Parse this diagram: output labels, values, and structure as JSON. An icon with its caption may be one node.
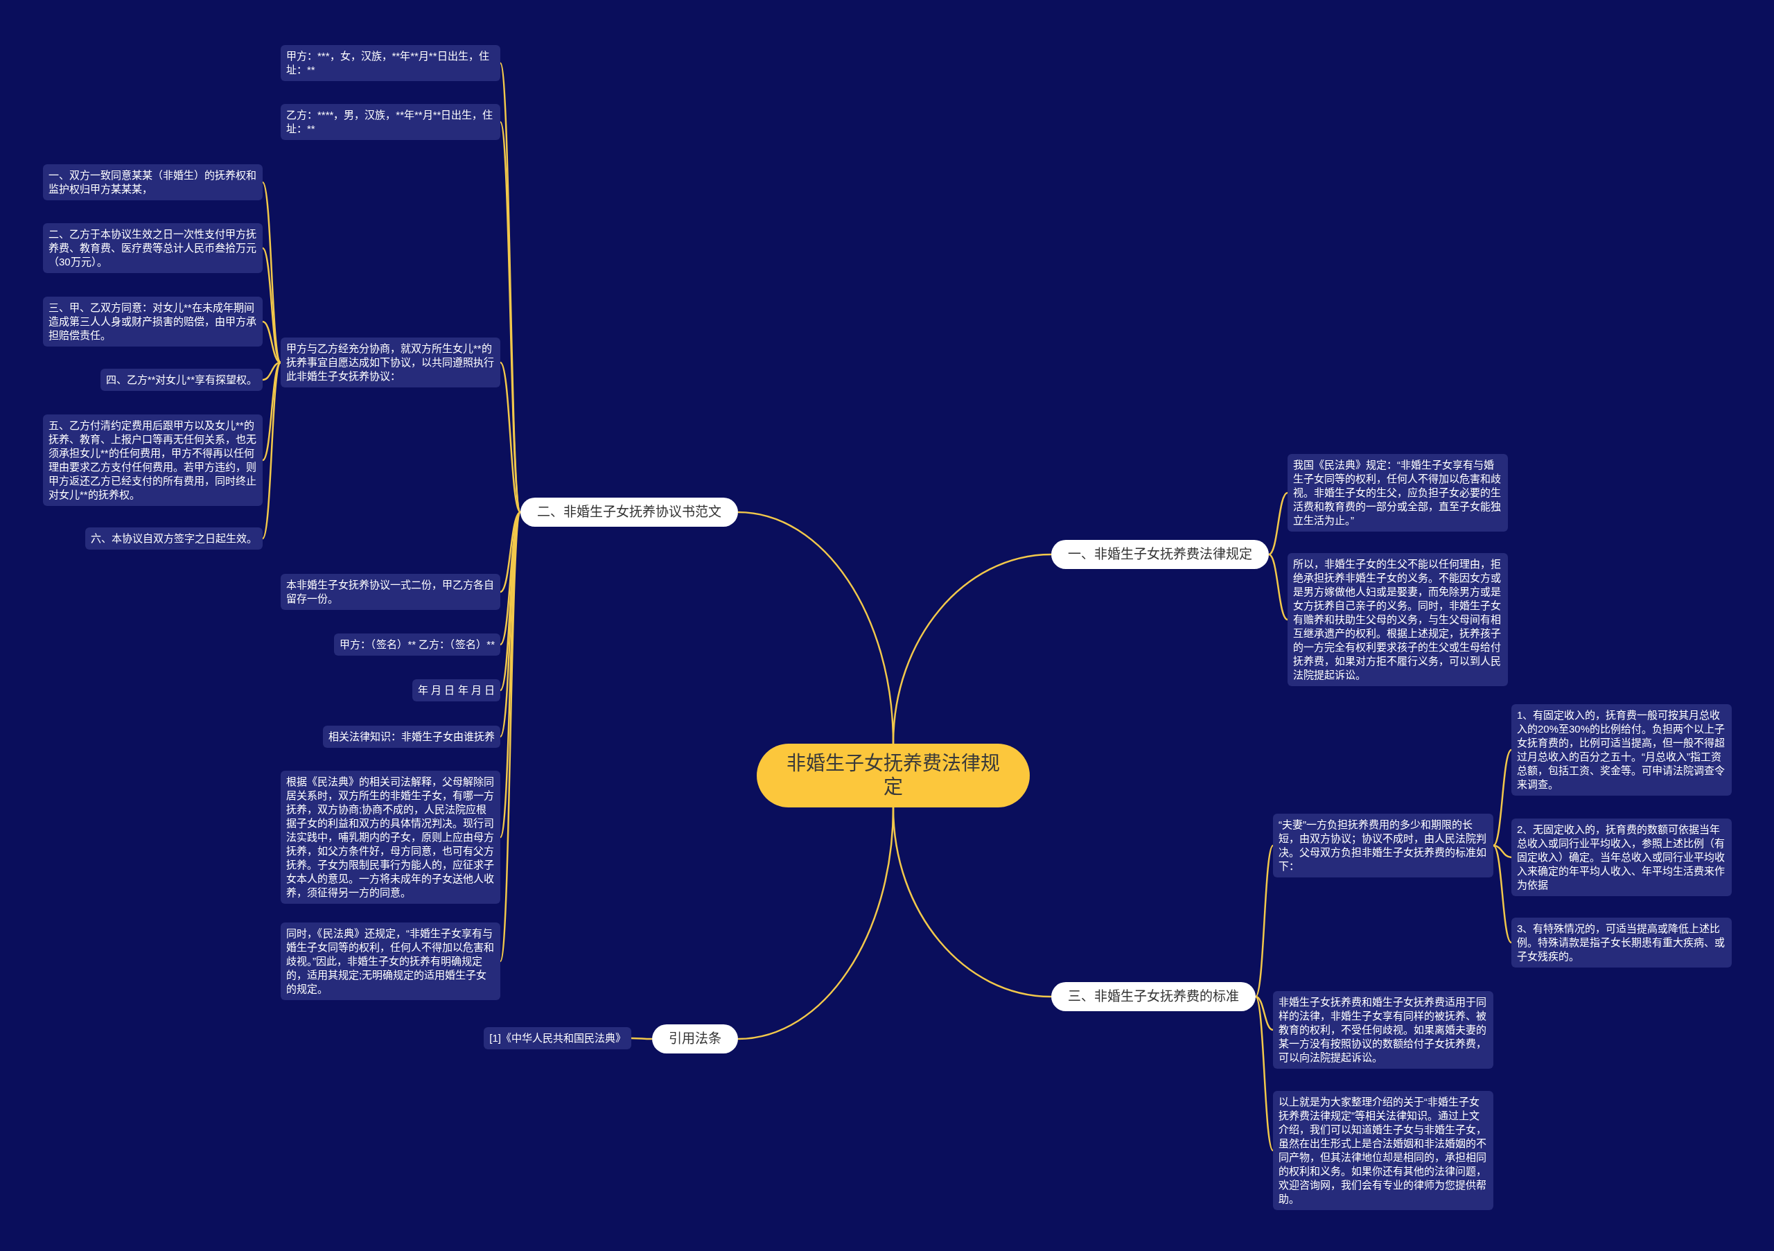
{
  "diagram": {
    "nodes": [
      {
        "text": [
          "非婚生子女抚养费法律规定"
        ]
      },
      {
        "text": [
          "一、非婚生子女抚养费法律规定"
        ]
      },
      {
        "text": [
          "我国《民法典》规定：“非婚生子女享有与婚生子女同等的权利，任何人不得加以危害和歧视。非婚生子女的生父，应负担子女必要的生活费和教育费的一部分或全部，直至子女能独立生活为止。”"
        ]
      },
      {
        "text": [
          "所以，非婚生子女的生父不能以任何理由，拒绝承担抚养非婚生子女的义务。不能因女方或是男方嫁做他人妇或是娶妻，而免除男方或是女方抚养自己亲子的义务。同时，非婚生子女有赡养和扶助生父母的义务，与生父母间有相互继承遗产的权利。根据上述规定，抚养孩子的一方完全有权利要求孩子的生父或生母给付抚养费，如果对方拒不履行义务，可以到人民法院提起诉讼。"
        ]
      },
      {
        "text": [
          "二、非婚生子女抚养协议书范文"
        ]
      },
      {
        "text": [
          "甲方：***，女，汉族，**年**月**日出生，住址：**"
        ]
      },
      {
        "text": [
          "乙方：****，男，汉族，**年**月**日出生，住址：**"
        ]
      },
      {
        "text": [
          "甲方与乙方经充分协商，就双方所生女儿**的抚养事宜自愿达成如下协议，以共同遵照执行此非婚生子女抚养协议："
        ]
      },
      {
        "text": [
          "一、双方一致同意某某（非婚生）的抚养权和监护权归甲方某某某，"
        ]
      },
      {
        "text": [
          "二、乙方于本协议生效之日一次性支付甲方抚养费、教育费、医疗费等总计人民币叁拾万元（30万元）。"
        ]
      },
      {
        "text": [
          "三、甲、乙双方同意：对女儿**在未成年期间造成第三人人身或财产损害的赔偿，由甲方承担赔偿责任。"
        ]
      },
      {
        "text": [
          "四、乙方**对女儿**享有探望权。"
        ]
      },
      {
        "text": [
          "五、乙方付清约定费用后跟甲方以及女儿**的抚养、教育、上报户口等再无任何关系，也无须承担女儿**的任何费用，甲方不得再以任何理由要求乙方支付任何费用。若甲方违约，则甲方返还乙方已经支付的所有费用，同时终止对女儿**的抚养权。"
        ]
      },
      {
        "text": [
          "六、本协议自双方签字之日起生效。"
        ]
      },
      {
        "text": [
          "本非婚生子女抚养协议一式二份，甲乙方各自留存一份。"
        ]
      },
      {
        "text": [
          "甲方：（签名）** 乙方：（签名）**"
        ]
      },
      {
        "text": [
          "年 月 日 年 月 日"
        ]
      },
      {
        "text": [
          "相关法律知识：非婚生子女由谁抚养"
        ]
      },
      {
        "text": [
          "根据《民法典》的相关司法解释，父母解除同居关系时，双方所生的非婚生子女，有哪一方抚养，双方协商;协商不成的，人民法院应根据子女的利益和双方的具体情况判决。现行司法实践中，哺乳期内的子女，原则上应由母方抚养，如父方条件好，母方同意，也可有父方抚养。子女为限制民事行为能人的，应征求子女本人的意见。一方将未成年的子女送他人收养，须征得另一方的同意。"
        ]
      },
      {
        "text": [
          "同时，《民法典》还规定，“非婚生子女享有与婚生子女同等的权利，任何人不得加以危害和歧视。”因此，非婚生子女的抚养有明确规定的，适用其规定;无明确规定的适用婚生子女的规定。"
        ]
      },
      {
        "text": [
          "三、非婚生子女抚养费的标准"
        ]
      },
      {
        "text": [
          "“夫妻”一方负担抚养费用的多少和期限的长短，由双方协议；协议不成时，由人民法院判决。父母双方负担非婚生子女抚养费的标准如下："
        ]
      },
      {
        "text": [
          "1、有固定收入的，抚育费一般可按其月总收入的20%至30%的比例给付。负担两个以上子女抚育费的，比例可适当提高，但一般不得超过月总收入的百分之五十。“月总收入”指工资总额，包括工资、奖金等。可申请法院调查令来调查。"
        ]
      },
      {
        "text": [
          "2、无固定收入的，抚育费的数额可依据当年总收入或同行业平均收入，参照上述比例（有固定收入）确定。当年总收入或同行业平均收入来确定的年平均人收入、年平均生活费来作为依据"
        ]
      },
      {
        "text": [
          "3、有特殊情况的，可适当提高或降低上述比例。特殊请款是指子女长期患有重大疾病、或子女残疾的。"
        ]
      },
      {
        "text": [
          "非婚生子女抚养费和婚生子女抚养费适用于同样的法律，非婚生子女享有同样的被抚养、被教育的权利，不受任何歧视。如果离婚夫妻的某一方没有按照协议的数额给付子女抚养费，可以向法院提起诉讼。"
        ]
      },
      {
        "text": [
          "以上就是为大家整理介绍的关于“非婚生子女抚养费法律规定”等相关法律知识。通过上文介绍，我们可以知道婚生子女与非婚生子女，虽然在出生形式上是合法婚姻和非法婚姻的不同产物，但其法律地位却是相同的，承担相同的权利和义务。如果你还有其他的法律问题，欢迎咨询网，我们会有专业的律师为您提供帮助。"
        ]
      },
      {
        "text": [
          "引用法条"
        ]
      },
      {
        "text": [
          "[1]《中华人民共和国民法典》"
        ]
      }
    ],
    "edges": [
      {
        "from": 0,
        "to": 1,
        "arrow": "none"
      },
      {
        "from": 1,
        "to": 2,
        "arrow": "none"
      },
      {
        "from": 1,
        "to": 3,
        "arrow": "none"
      },
      {
        "from": 0,
        "to": 4,
        "arrow": "none"
      },
      {
        "from": 4,
        "to": 5,
        "arrow": "none"
      },
      {
        "from": 4,
        "to": 6,
        "arrow": "none"
      },
      {
        "from": 4,
        "to": 7,
        "arrow": "none"
      },
      {
        "from": 7,
        "to": 8,
        "arrow": "none"
      },
      {
        "from": 7,
        "to": 9,
        "arrow": "none"
      },
      {
        "from": 7,
        "to": 10,
        "arrow": "none"
      },
      {
        "from": 7,
        "to": 11,
        "arrow": "none"
      },
      {
        "from": 7,
        "to": 12,
        "arrow": "none"
      },
      {
        "from": 7,
        "to": 13,
        "arrow": "none"
      },
      {
        "from": 4,
        "to": 14,
        "arrow": "none"
      },
      {
        "from": 4,
        "to": 15,
        "arrow": "none"
      },
      {
        "from": 4,
        "to": 16,
        "arrow": "none"
      },
      {
        "from": 4,
        "to": 17,
        "arrow": "none"
      },
      {
        "from": 4,
        "to": 18,
        "arrow": "none"
      },
      {
        "from": 4,
        "to": 19,
        "arrow": "none"
      },
      {
        "from": 0,
        "to": 20,
        "arrow": "none"
      },
      {
        "from": 20,
        "to": 21,
        "arrow": "none"
      },
      {
        "from": 21,
        "to": 22,
        "arrow": "none"
      },
      {
        "from": 21,
        "to": 23,
        "arrow": "none"
      },
      {
        "from": 21,
        "to": 24,
        "arrow": "none"
      },
      {
        "from": 20,
        "to": 25,
        "arrow": "none"
      },
      {
        "from": 20,
        "to": 26,
        "arrow": "none"
      },
      {
        "from": 0,
        "to": 27,
        "arrow": "none"
      },
      {
        "from": 27,
        "to": 28,
        "arrow": "none"
      }
    ]
  }
}
